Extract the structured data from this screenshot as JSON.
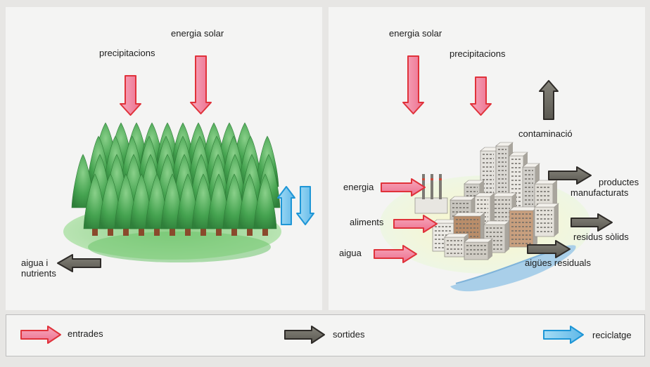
{
  "forest": {
    "labels": {
      "solar": "energia solar",
      "precip": "precipitacions",
      "nutrients_line1": "aigua i",
      "nutrients_line2": "nutrients"
    }
  },
  "city": {
    "labels": {
      "solar": "energia solar",
      "precip": "precipitacions",
      "pollution": "contaminació",
      "energy": "energia",
      "food": "aliments",
      "water": "aigua",
      "products_line1": "productes",
      "products_line2": "manufacturats",
      "solid_waste": "residus sòlids",
      "waste_water": "aigües residuals"
    }
  },
  "legend": {
    "inputs": "entrades",
    "outputs": "sortides",
    "recycling": "reciclatge"
  },
  "colors": {
    "input_arrow": "#f27b9a",
    "input_outline": "#e0323a",
    "output_arrow": "#6d6b63",
    "output_outline": "#2e2b28",
    "recycle_arrow": "#7ec8ee",
    "recycle_outline": "#1e96d6",
    "forest_green": "#3f9a48",
    "ground_green": "#8fd08a",
    "water_blue": "#a9cfe9"
  }
}
